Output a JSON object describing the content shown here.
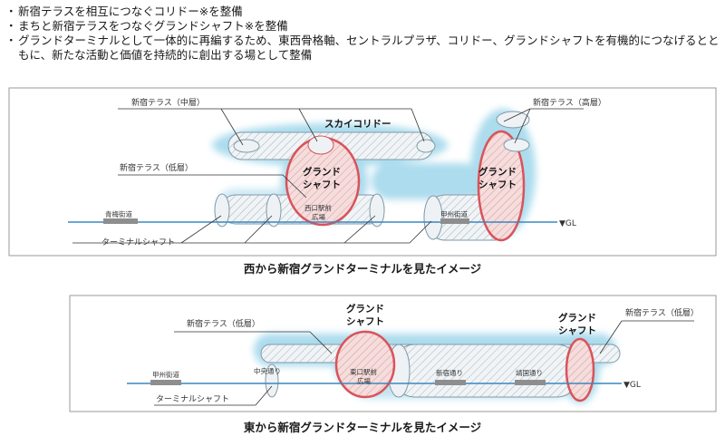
{
  "bullets": [
    "新宿テラスを相互につなぐコリドー※を整備",
    "まちと新宿テラスをつなぐグランドシャフト※を整備",
    "グランドターミナルとして一体的に再編するため、東西骨格軸、セントラルプラザ、コリドー、グランドシャフトを有機的につなげるとともに、新たな活動と価値を持続的に創出する場として整備"
  ],
  "west": {
    "caption": "西から新宿グランドターミナルを見たイメージ",
    "terrace_mid": "新宿テラス（中層）",
    "terrace_high": "新宿テラス（高層）",
    "terrace_low": "新宿テラス（低層）",
    "sky_corridor": "スカイコリドー",
    "shaft_left_1": "グランド",
    "shaft_left_2": "シャフト",
    "shaft_right_1": "グランド",
    "shaft_right_2": "シャフト",
    "plaza_1": "西口駅前",
    "plaza_2": "広場",
    "ome_street": "青梅街道",
    "koshu_street": "甲州街道",
    "gl": "▼GL",
    "terminal_shaft": "ターミナルシャフト"
  },
  "east": {
    "caption": "東から新宿グランドターミナルを見たイメージ",
    "terrace_low_left": "新宿テラス（低層）",
    "terrace_low_right": "新宿テラス（低層）",
    "shaft_mid_1": "グランド",
    "shaft_mid_2": "シャフト",
    "shaft_right_1": "グランド",
    "shaft_right_2": "シャフト",
    "koshu_street": "甲州街道",
    "chuo_street": "中央通り",
    "plaza_1": "東口駅前",
    "plaza_2": "広場",
    "shinjuku_street": "新宿通り",
    "yasukuni_street": "靖国通り",
    "gl": "▼GL",
    "terminal_shaft": "ターミナルシャフト"
  },
  "colors": {
    "glow": "#9ed6ea",
    "shaft_stroke": "#d9535a",
    "shaft_fill": "#f6d8d8",
    "tube_stroke": "#7f9aaa",
    "tube_fill": "#eef2f4",
    "ground_line": "#3b87c0",
    "road_marker": "#8e8e8e",
    "frame": "#9a9a9a"
  }
}
